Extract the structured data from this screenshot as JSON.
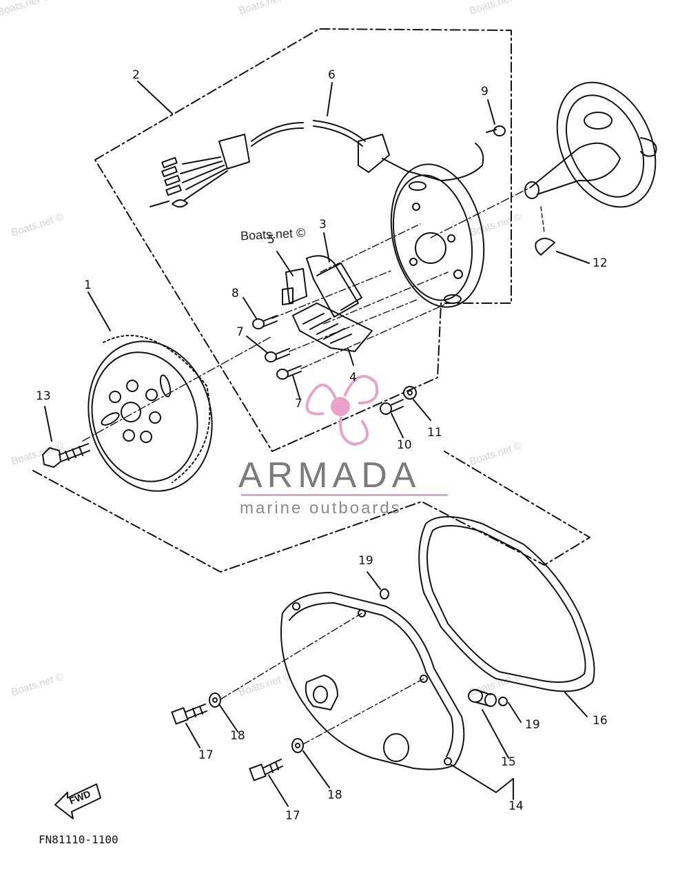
{
  "diagram": {
    "code": "FN81110-1100",
    "direction_label": "FWD",
    "part_callouts": [
      "1",
      "2",
      "3",
      "4",
      "5",
      "6",
      "7",
      "7",
      "8",
      "9",
      "10",
      "11",
      "12",
      "13",
      "14",
      "15",
      "16",
      "17",
      "17",
      "18",
      "18",
      "19",
      "19"
    ]
  },
  "watermarks": {
    "main": "Boats.net ©",
    "repeat": "Boats.net ©"
  },
  "logo": {
    "brand": "ARMADA",
    "tagline": "marine outboards",
    "accent_color": "#e8a4c8",
    "text_color": "#7b7b7b"
  },
  "colors": {
    "line": "#111111",
    "background": "#ffffff"
  }
}
